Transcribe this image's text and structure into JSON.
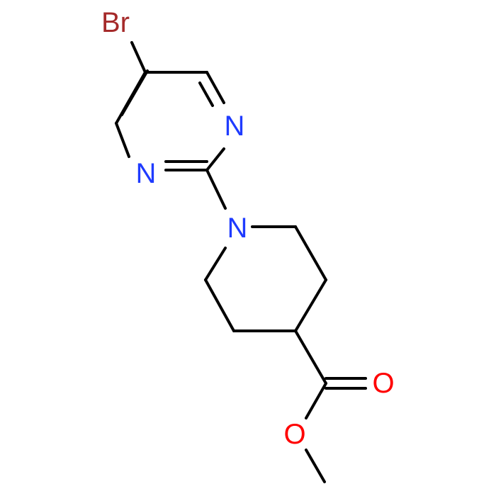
{
  "molecule": {
    "atoms": [
      {
        "id": "Br",
        "label": "Br",
        "color": "#a52a2a"
      },
      {
        "id": "N1",
        "label": "N",
        "color": "#1f3bff"
      },
      {
        "id": "N2",
        "label": "N",
        "color": "#1f3bff"
      },
      {
        "id": "N3",
        "label": "N",
        "color": "#1f3bff"
      },
      {
        "id": "O1",
        "label": "O",
        "color": "#ff0000"
      },
      {
        "id": "O2",
        "label": "O",
        "color": "#ff0000"
      }
    ]
  }
}
